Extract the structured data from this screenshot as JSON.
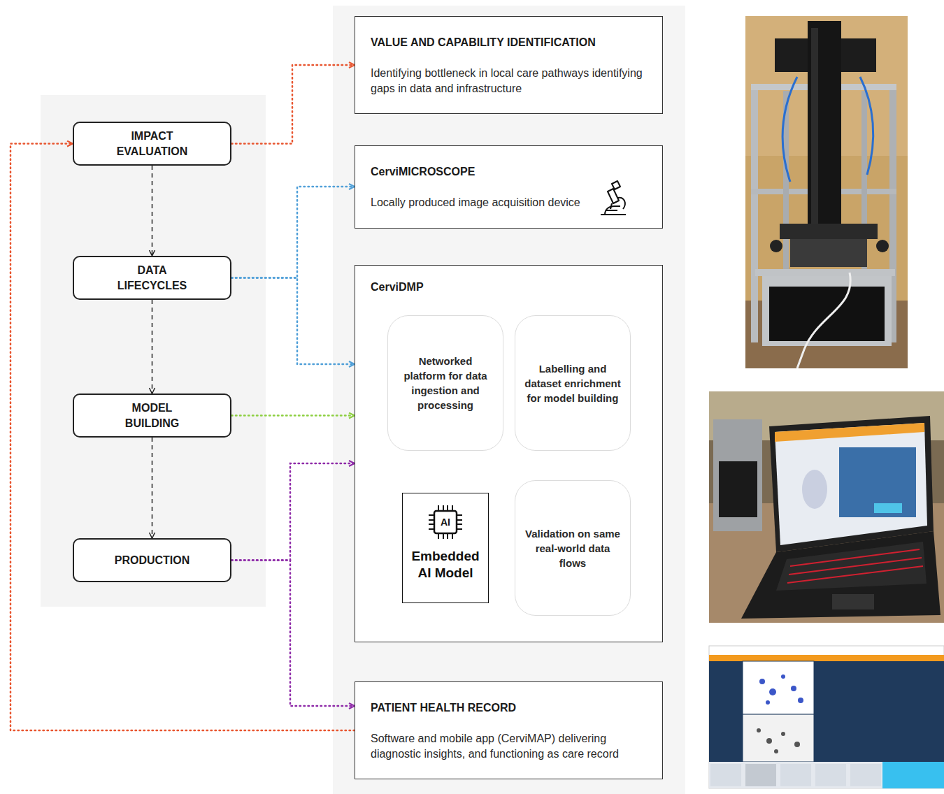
{
  "diagram": {
    "nodes": [
      {
        "text": [
          "IMPACT EVALUATION"
        ]
      },
      {
        "text": [
          "DATA LIFECYCLES"
        ]
      },
      {
        "text": [
          "MODEL BUILDING"
        ]
      },
      {
        "text": [
          "PRODUCTION"
        ]
      },
      {
        "text": [
          "VALUE AND CAPABILITY IDENTIFICATION",
          "Identifying bottleneck in local care pathways identifying gaps in data and infrastructure"
        ]
      },
      {
        "text": [
          "CerviMICROSCOPE",
          "Locally produced image acquisition device"
        ]
      },
      {
        "text": [
          "CerviDMP"
        ]
      },
      {
        "text": [
          "Networked platform for data ingestion and processing"
        ],
        "in": 6
      },
      {
        "text": [
          "Labelling and dataset enrichment for model building"
        ],
        "in": 6
      },
      {
        "text": [
          "Embedded AI Model"
        ],
        "in": 6
      },
      {
        "text": [
          "Validation on same real-world data flows"
        ],
        "in": 6
      },
      {
        "text": [
          "PATIENT HEALTH RECORD",
          "Software and mobile app (CerviMAP) delivering diagnostic insights, and functioning as care record"
        ]
      }
    ],
    "edges": [
      {
        "from": 0,
        "to": 1,
        "arrow": "to"
      },
      {
        "from": 1,
        "to": 2,
        "arrow": "to"
      },
      {
        "from": 2,
        "to": 3,
        "arrow": "to"
      },
      {
        "from": 0,
        "to": 4,
        "arrow": "to"
      },
      {
        "from": 1,
        "to": 5,
        "arrow": "to"
      },
      {
        "from": 1,
        "to": 6,
        "arrow": "to"
      },
      {
        "from": 2,
        "to": 6,
        "arrow": "to"
      },
      {
        "from": 3,
        "to": 6,
        "arrow": "to"
      },
      {
        "from": 3,
        "to": 11,
        "arrow": "to"
      },
      {
        "from": 11,
        "to": 0,
        "arrow": "to"
      }
    ],
    "labels": [
      "AI"
    ]
  }
}
